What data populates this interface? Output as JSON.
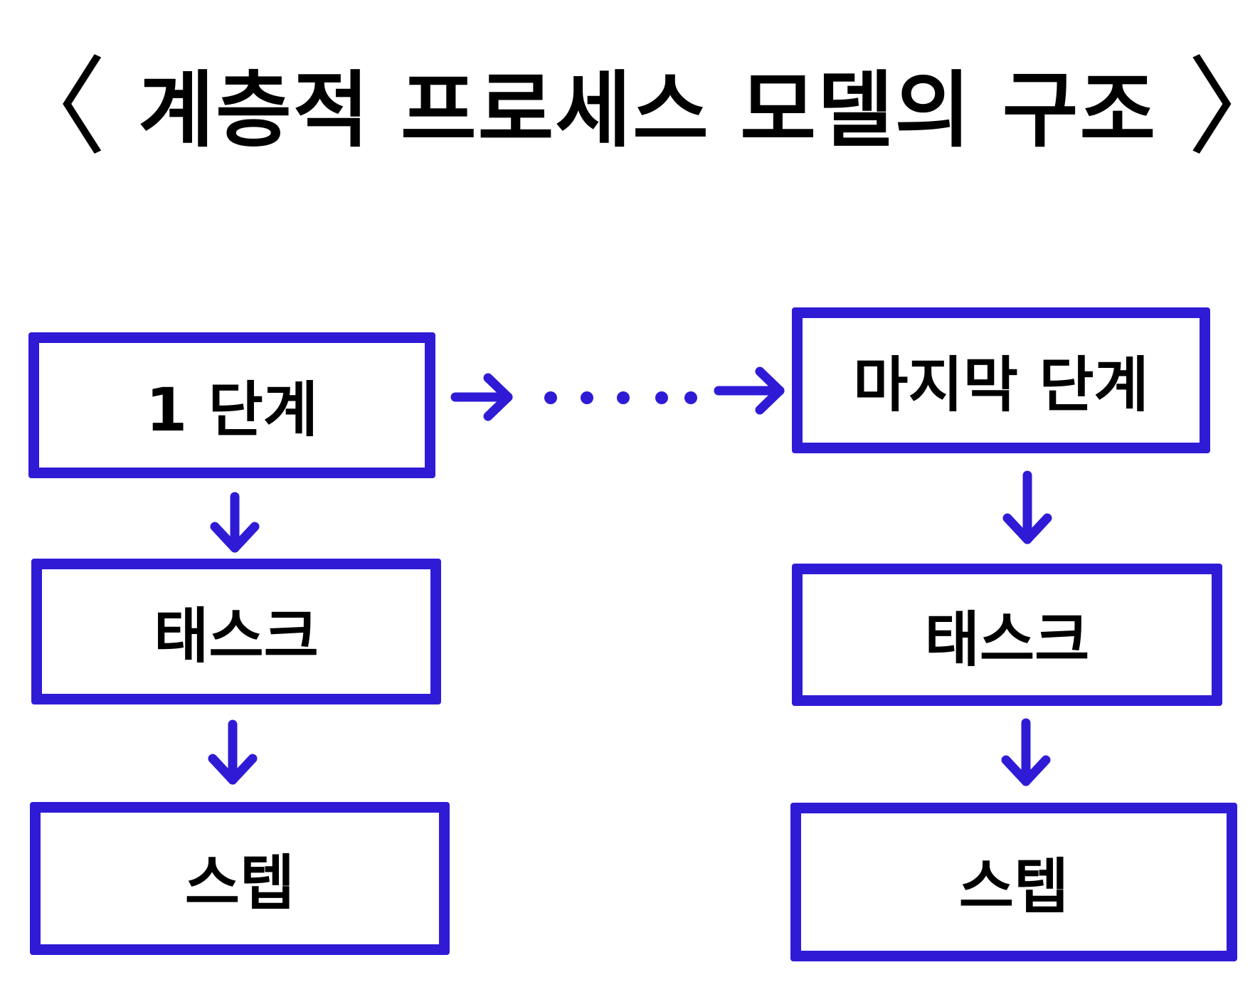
{
  "title": {
    "left_bracket": "〈",
    "text": "계층적 프로세스 모델의 구조",
    "right_bracket": "〉"
  },
  "left_column": {
    "stage": "1 단계",
    "task": "태스크",
    "step": "스텝"
  },
  "right_column": {
    "stage": "마지막 단계",
    "task": "태스크",
    "step": "스텝"
  },
  "colors": {
    "accent": "#2f1bd6",
    "text": "#000000",
    "background": "#ffffff"
  }
}
